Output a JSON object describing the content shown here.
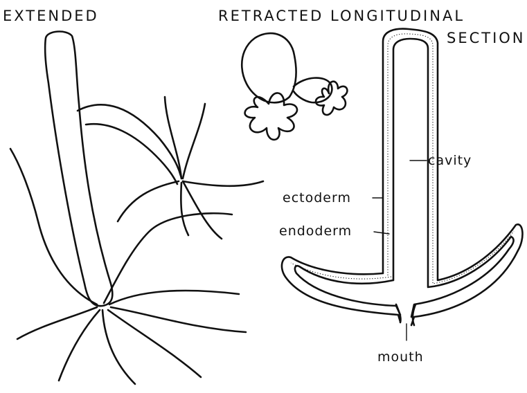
{
  "titles": {
    "left": "EXTENDED",
    "right_line1": "RETRACTED LONGITUDINAL",
    "right_line2": "SECTION"
  },
  "labels": {
    "cavity": "cavity",
    "ectoderm": "ectoderm",
    "endoderm": "endoderm",
    "mouth": "mouth"
  },
  "colors": {
    "ink": "#111111",
    "paper": "#ffffff"
  }
}
